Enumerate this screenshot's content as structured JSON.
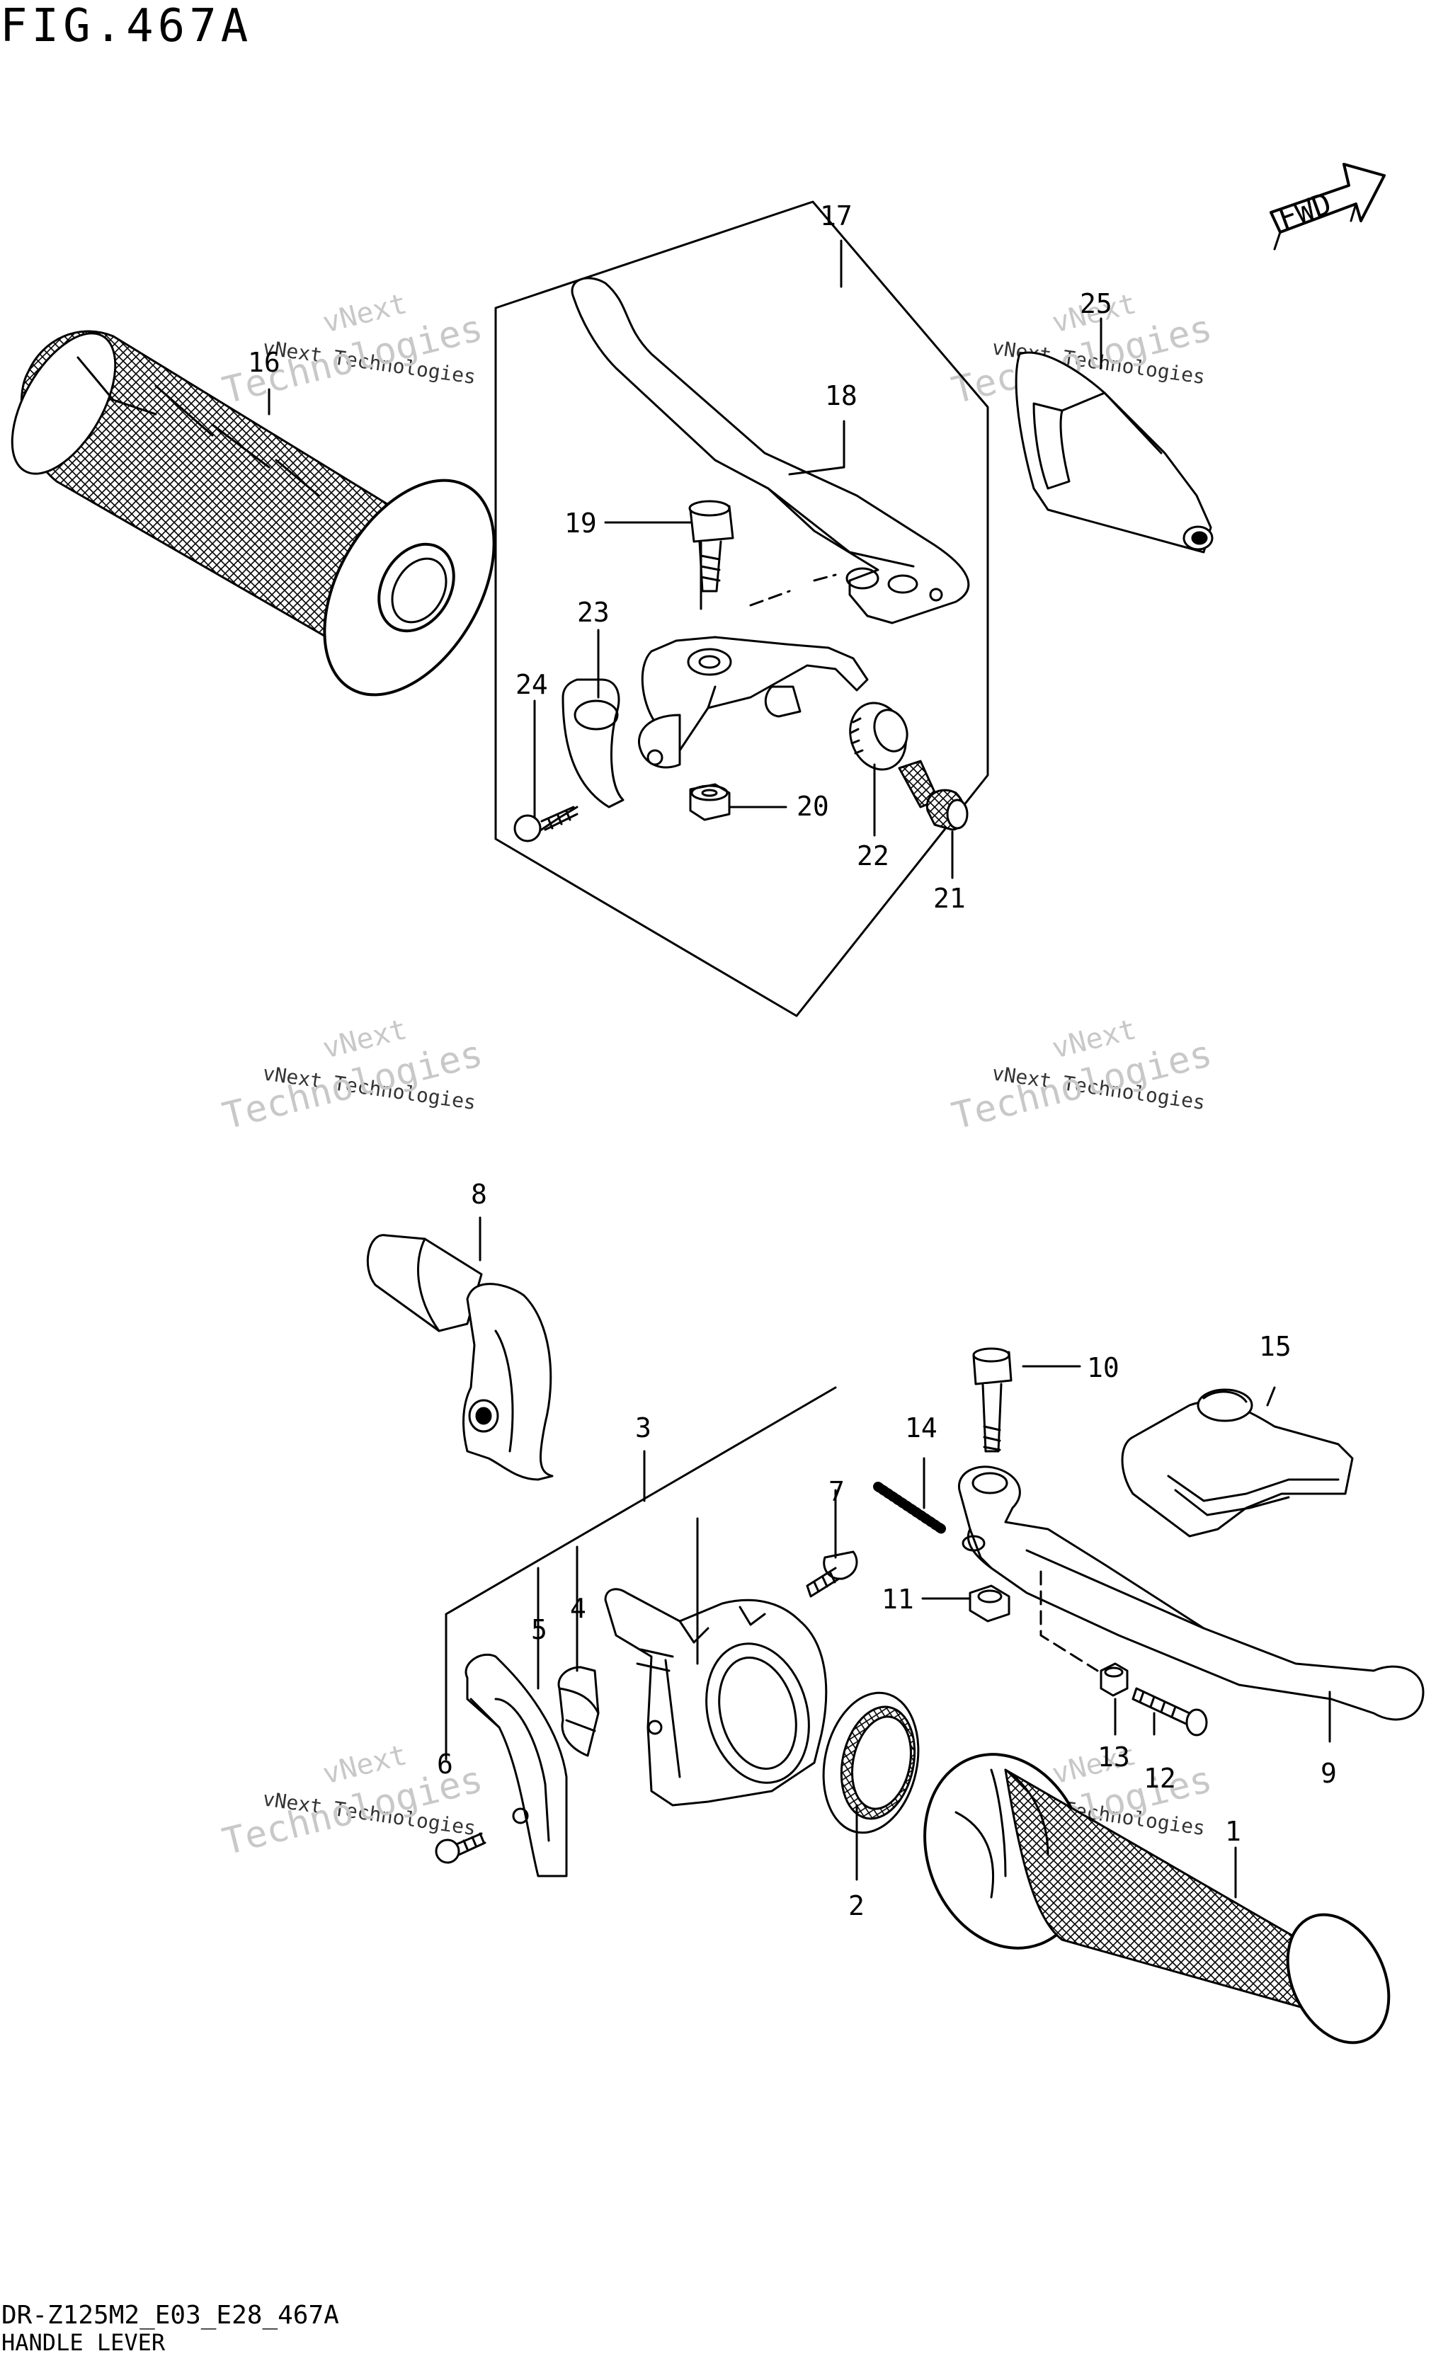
{
  "figure": {
    "title": "FIG.467A",
    "code": "DR-Z125M2_E03_E28_467A",
    "name": "HANDLE LEVER"
  },
  "direction_label": "FWD",
  "watermark": {
    "line1": "vNext",
    "line2": "vNext Technologies",
    "line3": "Technologies"
  },
  "callouts": [
    "1",
    "2",
    "3",
    "4",
    "5",
    "6",
    "7",
    "8",
    "9",
    "10",
    "11",
    "12",
    "13",
    "14",
    "15",
    "16",
    "17",
    "18",
    "19",
    "20",
    "21",
    "22",
    "23",
    "24",
    "25"
  ],
  "colors": {
    "ink": "#000000",
    "watermark": "#c8c8c8",
    "paper": "#ffffff"
  }
}
